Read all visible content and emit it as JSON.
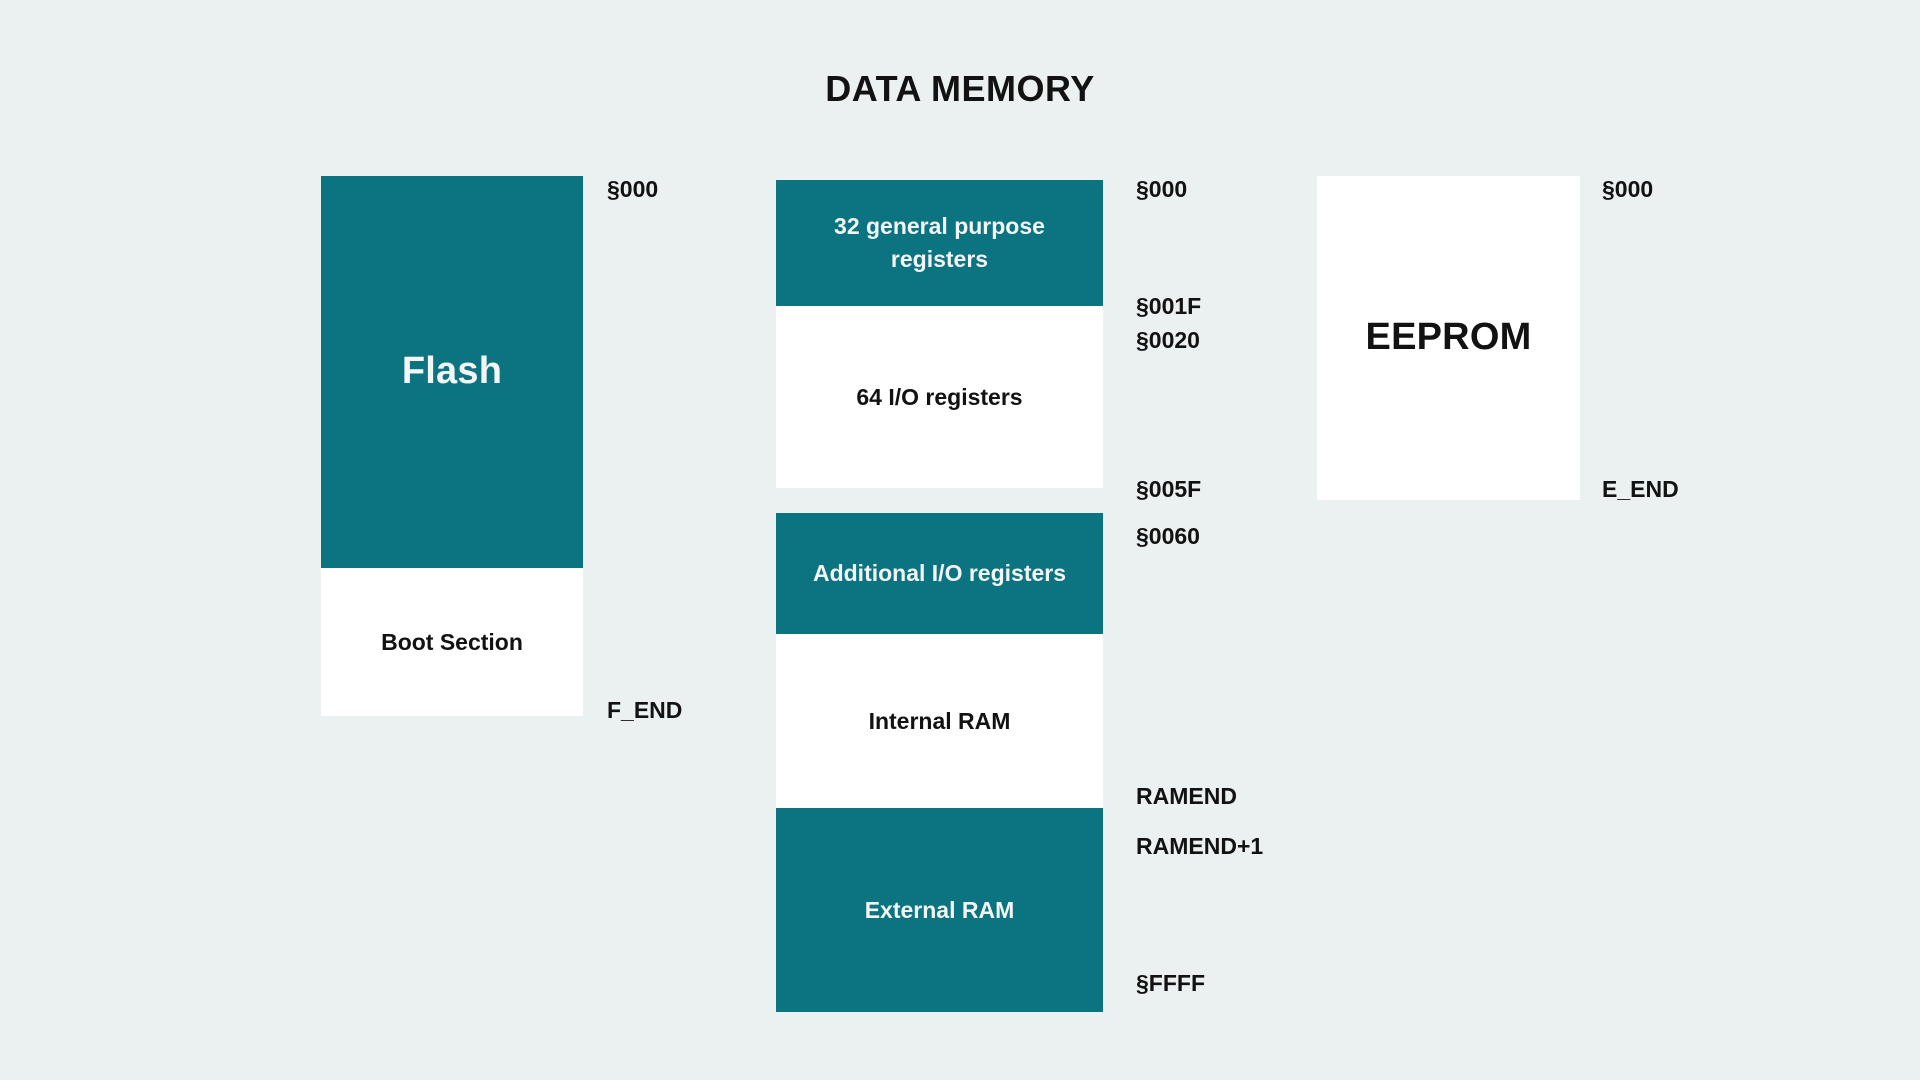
{
  "title": "DATA MEMORY",
  "colors": {
    "background": "#ebf0f0",
    "fill_teal": "#0c7380",
    "fill_white": "#ffffff",
    "text_dark": "#121212",
    "text_light": "#f2f6f6"
  },
  "columns": {
    "flash": {
      "name": "Flash memory column",
      "blocks": [
        {
          "label": "Flash",
          "fill": "teal"
        },
        {
          "label": "Boot Section",
          "fill": "white"
        }
      ],
      "addresses": [
        {
          "label": "§000"
        },
        {
          "label": "F_END"
        }
      ]
    },
    "data_memory": {
      "name": "Data memory column",
      "blocks": [
        {
          "label": "32 general purpose registers",
          "fill": "teal"
        },
        {
          "label": "64 I/O registers",
          "fill": "white"
        },
        {
          "label": "Additional I/O registers",
          "fill": "teal"
        },
        {
          "label": "Internal RAM",
          "fill": "white"
        },
        {
          "label": "External RAM",
          "fill": "teal"
        }
      ],
      "addresses": [
        {
          "label": "§000"
        },
        {
          "label": "§001F"
        },
        {
          "label": "§0020"
        },
        {
          "label": "§005F"
        },
        {
          "label": "§0060"
        },
        {
          "label": "RAMEND"
        },
        {
          "label": "RAMEND+1"
        },
        {
          "label": "§FFFF"
        }
      ]
    },
    "eeprom": {
      "name": "EEPROM column",
      "blocks": [
        {
          "label": "EEPROM",
          "fill": "white"
        }
      ],
      "addresses": [
        {
          "label": "§000"
        },
        {
          "label": "E_END"
        }
      ]
    }
  }
}
